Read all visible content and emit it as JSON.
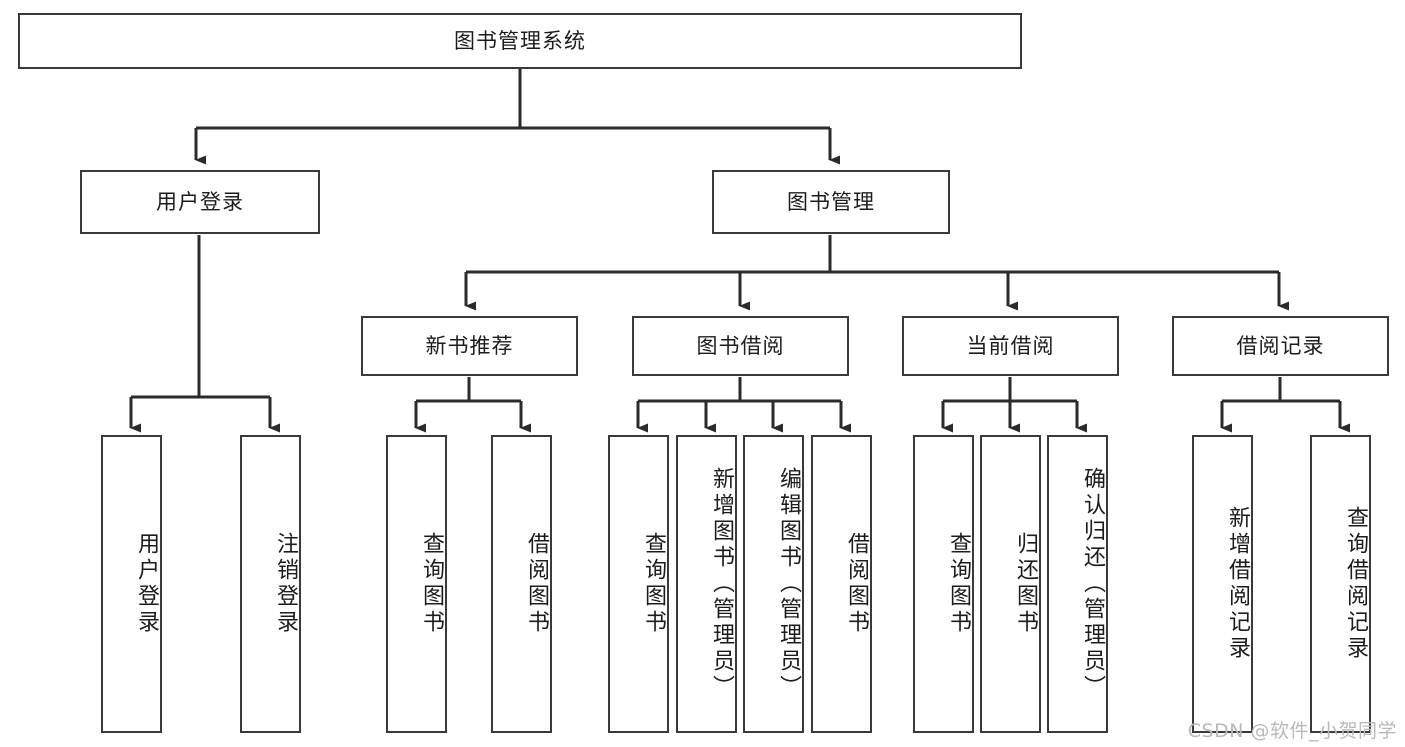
{
  "diagram": {
    "type": "tree-hierarchy-chart",
    "title": "图书管理系统",
    "orientation": "top-down",
    "box_fill": "#ffffff",
    "box_stroke": "#3a3a3a",
    "connector_color": "#3a3a3a"
  },
  "nodes": {
    "root": {
      "label": "图书管理系统"
    },
    "level2": [
      {
        "label": "用户登录"
      },
      {
        "label": "图书管理"
      }
    ],
    "level3": [
      {
        "label": "新书推荐"
      },
      {
        "label": "图书借阅"
      },
      {
        "label": "当前借阅"
      },
      {
        "label": "借阅记录"
      }
    ],
    "leaves": {
      "user_login": [
        {
          "label": "用户登录"
        },
        {
          "label": "注销登录"
        }
      ],
      "new_book": [
        {
          "label": "查询图书"
        },
        {
          "label": "借阅图书"
        }
      ],
      "book_borrow": [
        {
          "label": "查询图书"
        },
        {
          "label": "新增图书（管理员）"
        },
        {
          "label": "编辑图书（管理员）"
        },
        {
          "label": "借阅图书"
        }
      ],
      "current_borrow": [
        {
          "label": "查询图书"
        },
        {
          "label": "归还图书"
        },
        {
          "label": "确认归还（管理员）"
        }
      ],
      "borrow_record": [
        {
          "label": "新增借阅记录"
        },
        {
          "label": "查询借阅记录"
        }
      ]
    }
  },
  "watermark": {
    "text": "CSDN @软件_小贺同学"
  }
}
